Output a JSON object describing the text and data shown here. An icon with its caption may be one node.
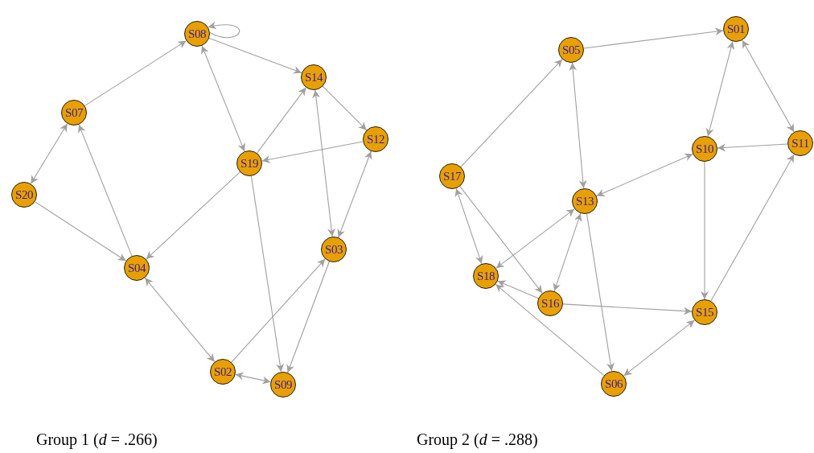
{
  "diagram": {
    "nodes": [
      {
        "text": [
          "S08"
        ]
      },
      {
        "text": [
          "S14"
        ]
      },
      {
        "text": [
          "S07"
        ]
      },
      {
        "text": [
          "S12"
        ]
      },
      {
        "text": [
          "S19"
        ]
      },
      {
        "text": [
          "S20"
        ]
      },
      {
        "text": [
          "S04"
        ]
      },
      {
        "text": [
          "S03"
        ]
      },
      {
        "text": [
          "S02"
        ]
      },
      {
        "text": [
          "S09"
        ]
      },
      {
        "text": [
          "S01"
        ]
      },
      {
        "text": [
          "S05"
        ]
      },
      {
        "text": [
          "S11"
        ]
      },
      {
        "text": [
          "S10"
        ]
      },
      {
        "text": [
          "S17"
        ]
      },
      {
        "text": [
          "S13"
        ]
      },
      {
        "text": [
          "S18"
        ]
      },
      {
        "text": [
          "S16"
        ]
      },
      {
        "text": [
          "S15"
        ]
      },
      {
        "text": [
          "S06"
        ]
      }
    ],
    "edges": [
      {
        "from": 0,
        "to": 0,
        "arrow": "to"
      },
      {
        "from": 2,
        "to": 0,
        "arrow": "to"
      },
      {
        "from": 0,
        "to": 1,
        "arrow": "to"
      },
      {
        "from": 0,
        "to": 4,
        "arrow": "both"
      },
      {
        "from": 4,
        "to": 1,
        "arrow": "to"
      },
      {
        "from": 1,
        "to": 3,
        "arrow": "to"
      },
      {
        "from": 3,
        "to": 4,
        "arrow": "to"
      },
      {
        "from": 1,
        "to": 7,
        "arrow": "both"
      },
      {
        "from": 3,
        "to": 7,
        "arrow": "both"
      },
      {
        "from": 5,
        "to": 2,
        "arrow": "both"
      },
      {
        "from": 6,
        "to": 2,
        "arrow": "to"
      },
      {
        "from": 5,
        "to": 6,
        "arrow": "to"
      },
      {
        "from": 4,
        "to": 6,
        "arrow": "to"
      },
      {
        "from": 6,
        "to": 8,
        "arrow": "both"
      },
      {
        "from": 8,
        "to": 7,
        "arrow": "to"
      },
      {
        "from": 4,
        "to": 9,
        "arrow": "to"
      },
      {
        "from": 7,
        "to": 9,
        "arrow": "to"
      },
      {
        "from": 8,
        "to": 9,
        "arrow": "both"
      },
      {
        "from": 11,
        "to": 10,
        "arrow": "to"
      },
      {
        "from": 14,
        "to": 11,
        "arrow": "to"
      },
      {
        "from": 11,
        "to": 15,
        "arrow": "both"
      },
      {
        "from": 10,
        "to": 13,
        "arrow": "both"
      },
      {
        "from": 10,
        "to": 12,
        "arrow": "both"
      },
      {
        "from": 12,
        "to": 13,
        "arrow": "to"
      },
      {
        "from": 15,
        "to": 13,
        "arrow": "both"
      },
      {
        "from": 13,
        "to": 18,
        "arrow": "to"
      },
      {
        "from": 18,
        "to": 12,
        "arrow": "to"
      },
      {
        "from": 14,
        "to": 16,
        "arrow": "both"
      },
      {
        "from": 14,
        "to": 17,
        "arrow": "to"
      },
      {
        "from": 16,
        "to": 15,
        "arrow": "both"
      },
      {
        "from": 15,
        "to": 17,
        "arrow": "both"
      },
      {
        "from": 17,
        "to": 16,
        "arrow": "to"
      },
      {
        "from": 19,
        "to": 16,
        "arrow": "to"
      },
      {
        "from": 15,
        "to": 19,
        "arrow": "to"
      },
      {
        "from": 17,
        "to": 18,
        "arrow": "to"
      },
      {
        "from": 18,
        "to": 19,
        "arrow": "both"
      }
    ],
    "labels": [
      "Group 1 (*d* = .266)",
      "Group 2 (*d* = .288)"
    ]
  }
}
